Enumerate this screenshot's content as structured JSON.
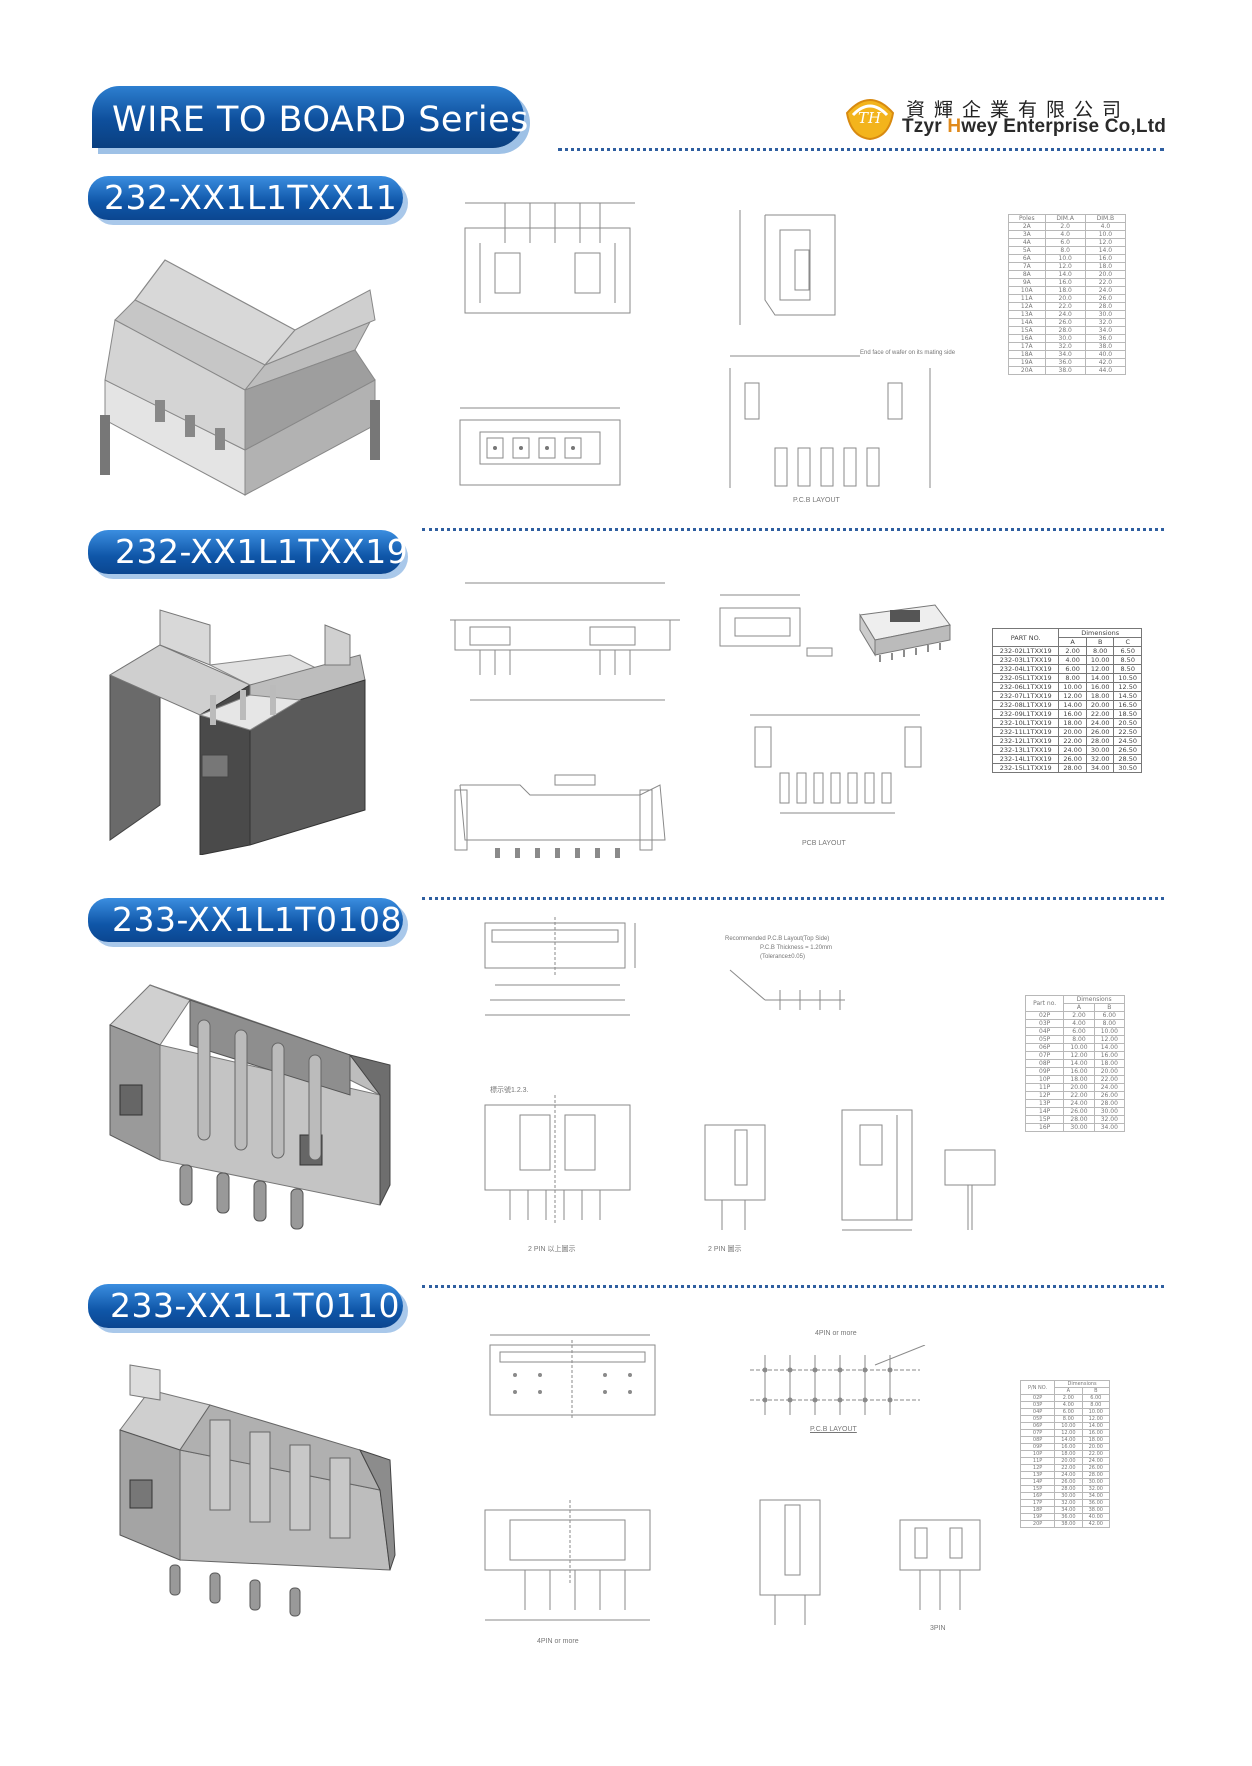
{
  "header": {
    "series_title": "WIRE TO BOARD Series",
    "company_name_cn": "資輝企業有限公司",
    "company_name_en_1": "Tzyr ",
    "company_name_en_h": "H",
    "company_name_en_2": "wey Enterprise Co,Ltd",
    "logo_mark": "TH"
  },
  "sections": [
    {
      "part_code": "232-XX1L1TXX11",
      "table": {
        "headers": [
          "Poles",
          "DIM.A",
          "DIM.B"
        ],
        "rows": [
          [
            "2A",
            "2.0",
            "4.0"
          ],
          [
            "3A",
            "4.0",
            "10.0"
          ],
          [
            "4A",
            "6.0",
            "12.0"
          ],
          [
            "5A",
            "8.0",
            "14.0"
          ],
          [
            "6A",
            "10.0",
            "16.0"
          ],
          [
            "7A",
            "12.0",
            "18.0"
          ],
          [
            "8A",
            "14.0",
            "20.0"
          ],
          [
            "9A",
            "16.0",
            "22.0"
          ],
          [
            "10A",
            "18.0",
            "24.0"
          ],
          [
            "11A",
            "20.0",
            "26.0"
          ],
          [
            "12A",
            "22.0",
            "28.0"
          ],
          [
            "13A",
            "24.0",
            "30.0"
          ],
          [
            "14A",
            "26.0",
            "32.0"
          ],
          [
            "15A",
            "28.0",
            "34.0"
          ],
          [
            "16A",
            "30.0",
            "36.0"
          ],
          [
            "17A",
            "32.0",
            "38.0"
          ],
          [
            "18A",
            "34.0",
            "40.0"
          ],
          [
            "19A",
            "36.0",
            "42.0"
          ],
          [
            "20A",
            "38.0",
            "44.0"
          ]
        ]
      },
      "notes": [
        "P.C.B LAYOUT",
        "End face of wafer on its mating side"
      ]
    },
    {
      "part_code": "232-XX1L1TXX19",
      "table": {
        "headers": [
          "PART NO.",
          "A",
          "B",
          "C"
        ],
        "group_header": "Dimensions",
        "rows": [
          [
            "232-02L1TXX19",
            "2.00",
            "8.00",
            "6.50"
          ],
          [
            "232-03L1TXX19",
            "4.00",
            "10.00",
            "8.50"
          ],
          [
            "232-04L1TXX19",
            "6.00",
            "12.00",
            "8.50"
          ],
          [
            "232-05L1TXX19",
            "8.00",
            "14.00",
            "10.50"
          ],
          [
            "232-06L1TXX19",
            "10.00",
            "16.00",
            "12.50"
          ],
          [
            "232-07L1TXX19",
            "12.00",
            "18.00",
            "14.50"
          ],
          [
            "232-08L1TXX19",
            "14.00",
            "20.00",
            "16.50"
          ],
          [
            "232-09L1TXX19",
            "16.00",
            "22.00",
            "18.50"
          ],
          [
            "232-10L1TXX19",
            "18.00",
            "24.00",
            "20.50"
          ],
          [
            "232-11L1TXX19",
            "20.00",
            "26.00",
            "22.50"
          ],
          [
            "232-12L1TXX19",
            "22.00",
            "28.00",
            "24.50"
          ],
          [
            "232-13L1TXX19",
            "24.00",
            "30.00",
            "26.50"
          ],
          [
            "232-14L1TXX19",
            "26.00",
            "32.00",
            "28.50"
          ],
          [
            "232-15L1TXX19",
            "28.00",
            "34.00",
            "30.50"
          ]
        ]
      },
      "notes": [
        "PCB LAYOUT"
      ]
    },
    {
      "part_code": "233-XX1L1T0108",
      "table": {
        "headers": [
          "Part no.",
          "A",
          "B"
        ],
        "group_header": "Dimensions",
        "rows": [
          [
            "02P",
            "2.00",
            "6.00"
          ],
          [
            "03P",
            "4.00",
            "8.00"
          ],
          [
            "04P",
            "6.00",
            "10.00"
          ],
          [
            "05P",
            "8.00",
            "12.00"
          ],
          [
            "06P",
            "10.00",
            "14.00"
          ],
          [
            "07P",
            "12.00",
            "16.00"
          ],
          [
            "08P",
            "14.00",
            "18.00"
          ],
          [
            "09P",
            "16.00",
            "20.00"
          ],
          [
            "10P",
            "18.00",
            "22.00"
          ],
          [
            "11P",
            "20.00",
            "24.00"
          ],
          [
            "12P",
            "22.00",
            "26.00"
          ],
          [
            "13P",
            "24.00",
            "28.00"
          ],
          [
            "14P",
            "26.00",
            "30.00"
          ],
          [
            "15P",
            "28.00",
            "32.00"
          ],
          [
            "16P",
            "30.00",
            "34.00"
          ]
        ]
      },
      "notes": [
        "Recommended P.C.B Layout(Top Side)",
        "P.C.B Thickness = 1.20mm",
        "(Tolerance±0.05)",
        "2 PIN 以上圖示",
        "2 PIN 圖示",
        "標示號1.2.3."
      ]
    },
    {
      "part_code": "233-XX1L1T0110",
      "table": {
        "headers": [
          "P/N NO.",
          "A",
          "B"
        ],
        "group_header": "Dimensions",
        "rows": [
          [
            "02P",
            "2.00",
            "6.00"
          ],
          [
            "03P",
            "4.00",
            "8.00"
          ],
          [
            "04P",
            "6.00",
            "10.00"
          ],
          [
            "05P",
            "8.00",
            "12.00"
          ],
          [
            "06P",
            "10.00",
            "14.00"
          ],
          [
            "07P",
            "12.00",
            "16.00"
          ],
          [
            "08P",
            "14.00",
            "18.00"
          ],
          [
            "09P",
            "16.00",
            "20.00"
          ],
          [
            "10P",
            "18.00",
            "22.00"
          ],
          [
            "11P",
            "20.00",
            "24.00"
          ],
          [
            "12P",
            "22.00",
            "26.00"
          ],
          [
            "13P",
            "24.00",
            "28.00"
          ],
          [
            "14P",
            "26.00",
            "30.00"
          ],
          [
            "15P",
            "28.00",
            "32.00"
          ],
          [
            "16P",
            "30.00",
            "34.00"
          ],
          [
            "17P",
            "32.00",
            "36.00"
          ],
          [
            "18P",
            "34.00",
            "38.00"
          ],
          [
            "19P",
            "36.00",
            "40.00"
          ],
          [
            "20P",
            "38.00",
            "42.00"
          ]
        ]
      },
      "notes": [
        "4PIN or more",
        "P.C.B LAYOUT",
        "4PIN or more",
        "3PIN"
      ]
    }
  ]
}
